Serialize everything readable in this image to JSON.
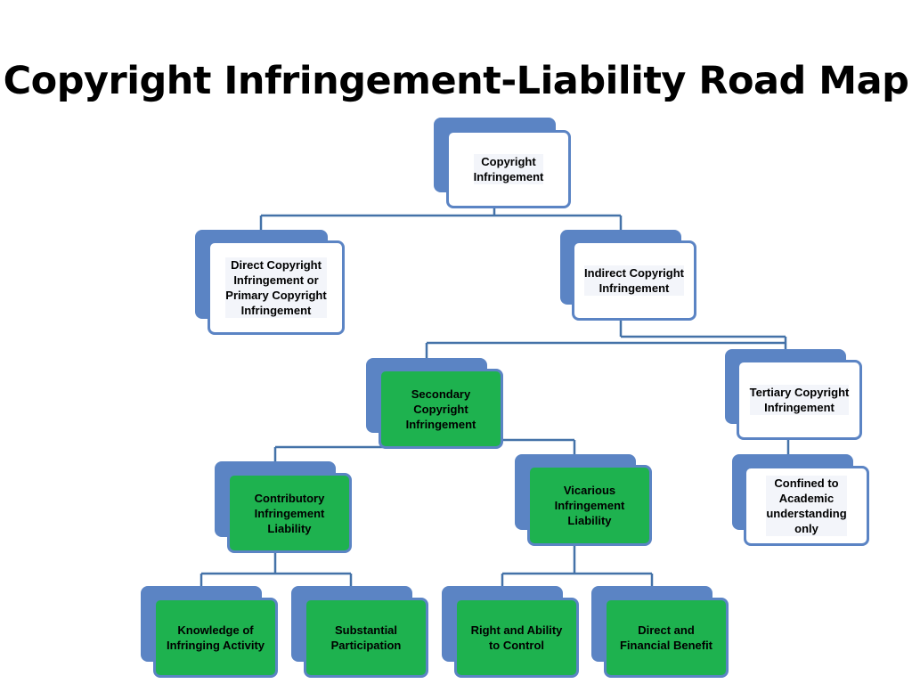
{
  "title": "Copyright Infringement-Liability Road Map",
  "colors": {
    "connector": "#4472a8",
    "back_box": "#5b84c4",
    "green_box": "#1eb24f",
    "white_box": "#ffffff"
  },
  "nodes": {
    "root": "Copyright\nInfringement",
    "direct": "Direct Copyright\nInfringement or\nPrimary Copyright\nInfringement",
    "indirect": "Indirect Copyright\nInfringement",
    "secondary": "Secondary\nCopyright\nInfringement",
    "tertiary": "Tertiary Copyright\nInfringement",
    "contributory": "Contributory\nInfringement\nLiability",
    "vicarious": "Vicarious\nInfringement\nLiability",
    "confined": "Confined to\nAcademic\nunderstanding\nonly",
    "knowledge": "Knowledge of\nInfringing Activity",
    "substantial": "Substantial\nParticipation",
    "right_ability": "Right and Ability\nto Control",
    "direct_benefit": "Direct and\nFinancial Benefit"
  }
}
